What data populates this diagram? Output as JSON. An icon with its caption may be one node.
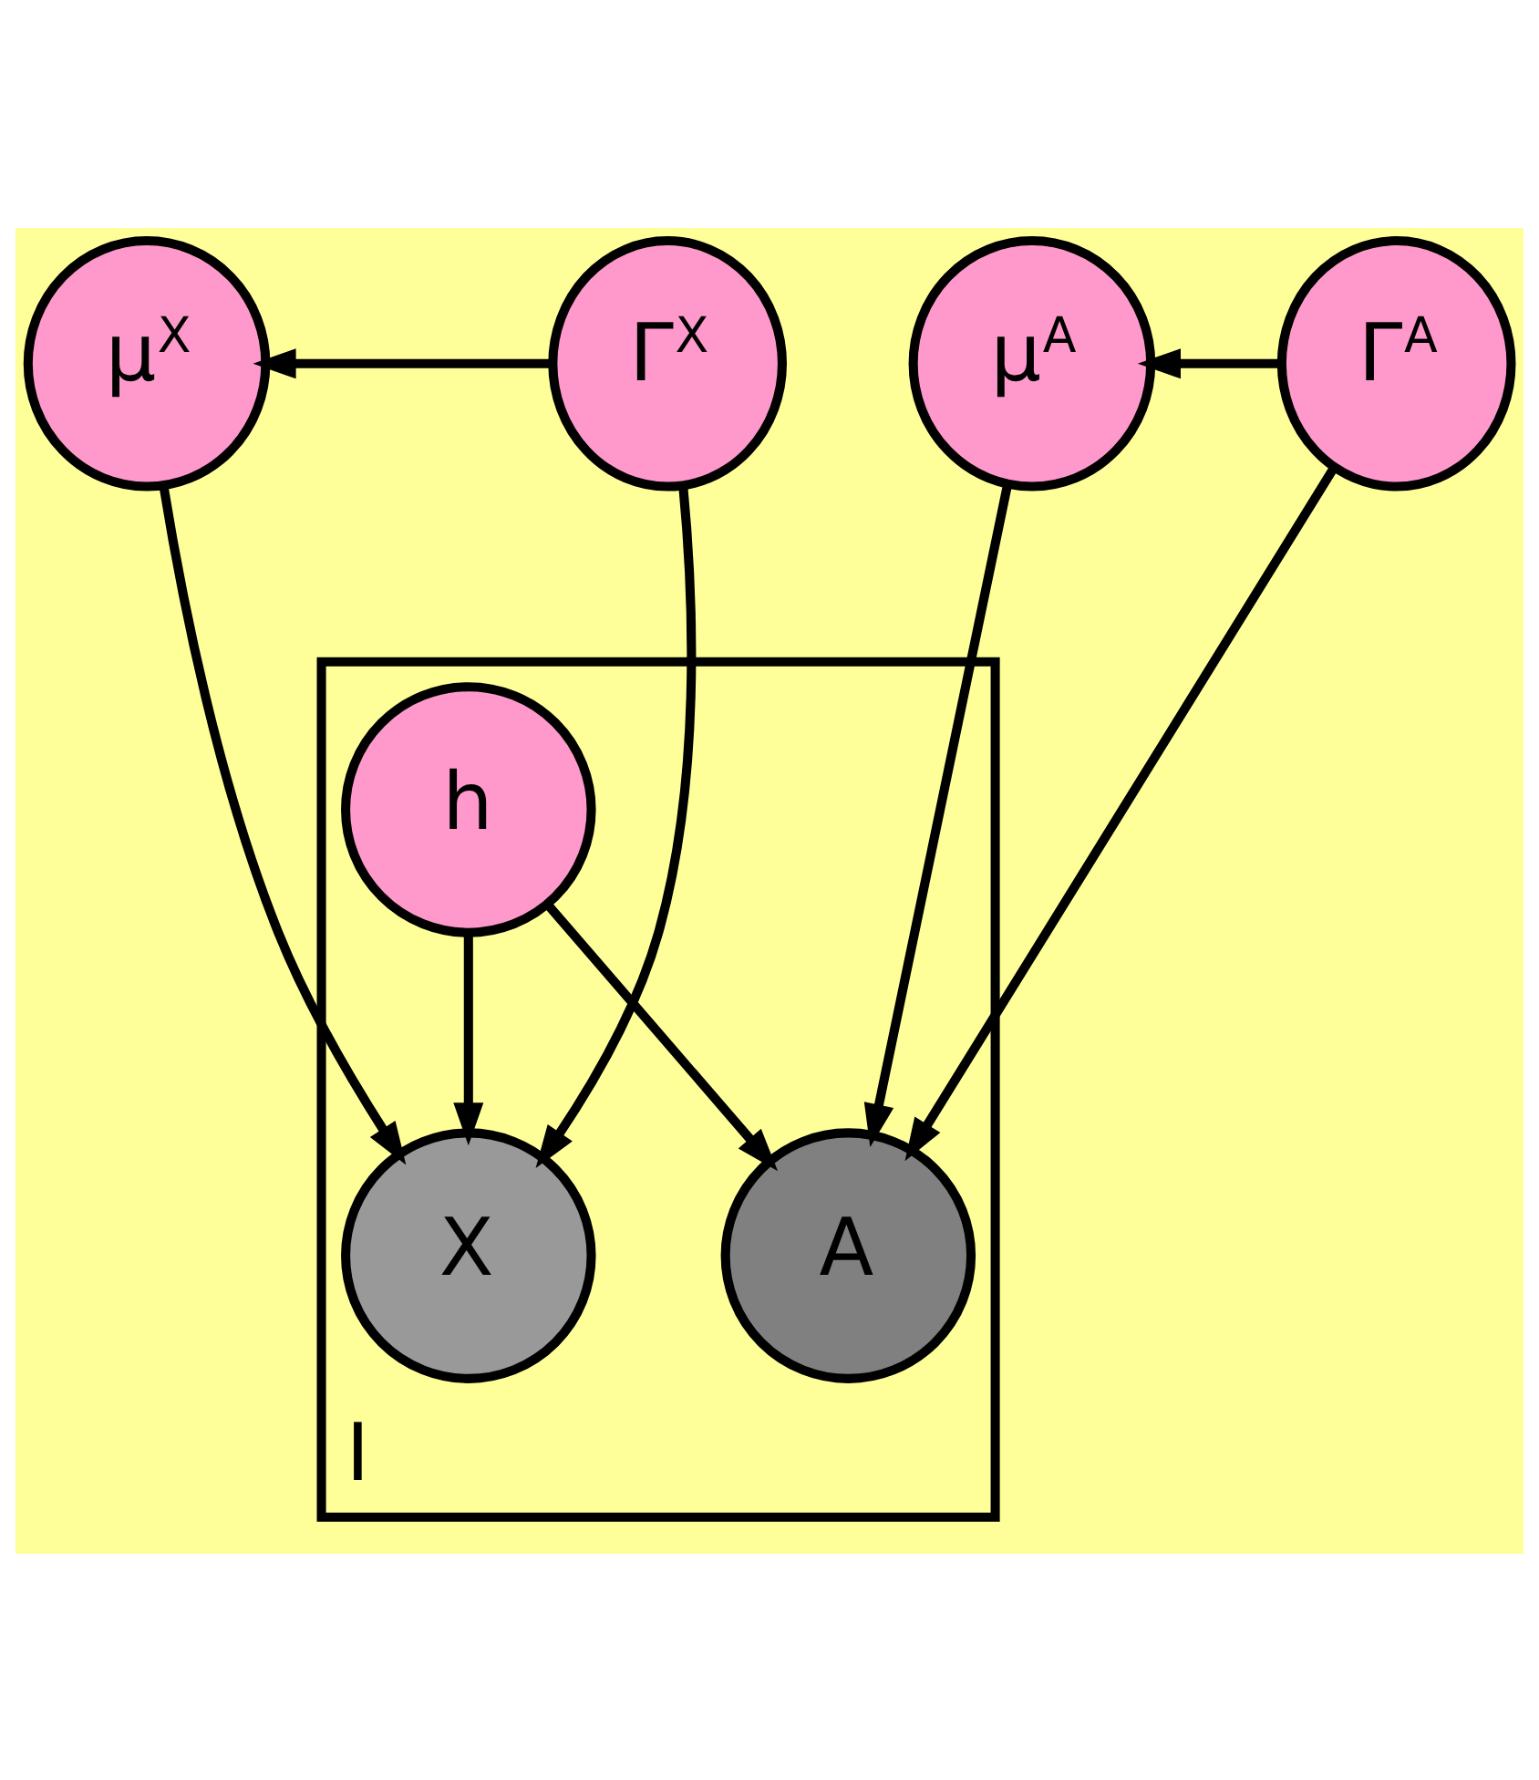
{
  "diagram": {
    "nodes": [
      {
        "text": [
          "I"
        ]
      },
      {
        "text": [
          "μ$^{X}$"
        ]
      },
      {
        "text": [
          "Γ$^{X}$"
        ]
      },
      {
        "text": [
          "μ$^{A}$"
        ]
      },
      {
        "text": [
          "Γ$^{A}$"
        ]
      },
      {
        "text": [
          "h"
        ],
        "in": 0
      },
      {
        "text": [
          "X"
        ],
        "in": 0
      },
      {
        "text": [
          "A"
        ],
        "in": 0
      }
    ],
    "edges": [
      {
        "from": 2,
        "to": 1,
        "arrow": "to"
      },
      {
        "from": 1,
        "to": 6,
        "arrow": "to"
      },
      {
        "from": 2,
        "to": 6,
        "arrow": "to"
      },
      {
        "from": 4,
        "to": 3,
        "arrow": "to"
      },
      {
        "from": 3,
        "to": 7,
        "arrow": "to"
      },
      {
        "from": 4,
        "to": 7,
        "arrow": "to"
      },
      {
        "from": 5,
        "to": 6,
        "arrow": "to"
      },
      {
        "from": 5,
        "to": 7,
        "arrow": "to"
      }
    ]
  }
}
